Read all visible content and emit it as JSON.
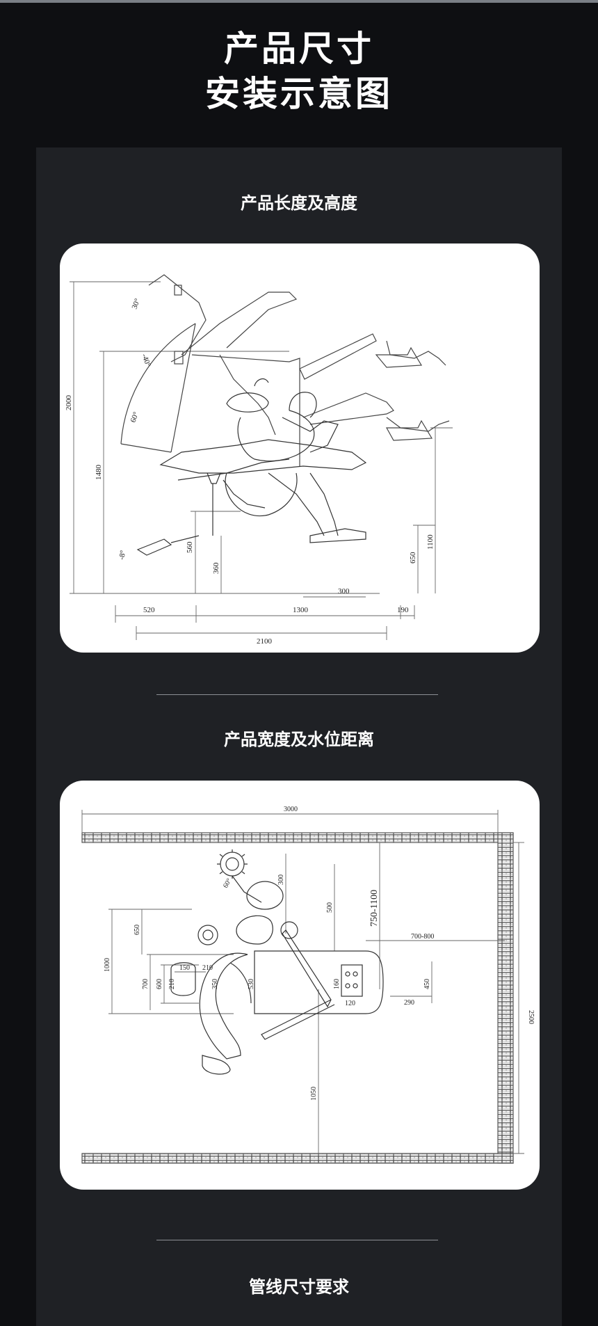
{
  "header": {
    "title_line1": "产品尺寸",
    "title_line2": "安装示意图"
  },
  "sections": [
    {
      "title": "产品长度及高度"
    },
    {
      "title": "产品宽度及水位距离"
    },
    {
      "title": "管线尺寸要求"
    }
  ],
  "diagram1": {
    "dims": {
      "total_height": "2000",
      "height_1480": "1480",
      "height_560": "560",
      "height_360": "360",
      "height_650": "650",
      "height_1100": "1100",
      "width_520": "520",
      "width_1300": "1300",
      "width_190": "190",
      "width_2100": "2100",
      "width_300": "300"
    },
    "angles": {
      "a30": "30°",
      "a40": "-40°",
      "a60": "60°",
      "a8": "-8°"
    }
  },
  "diagram2": {
    "dims": {
      "room_width": "3000",
      "room_depth": "2500",
      "d1000": "1000",
      "d650": "650",
      "d700": "700",
      "d600": "600",
      "d150": "150",
      "d210a": "210",
      "d210b": "210",
      "d350": "350",
      "d530": "530",
      "d300": "300",
      "d500": "500",
      "d750_1100": "750-1100",
      "d700_800": "700-800",
      "d160": "160",
      "d450": "450",
      "d120": "120",
      "d290": "290",
      "d1050": "1050"
    },
    "angles": {
      "a60": "60°"
    }
  }
}
